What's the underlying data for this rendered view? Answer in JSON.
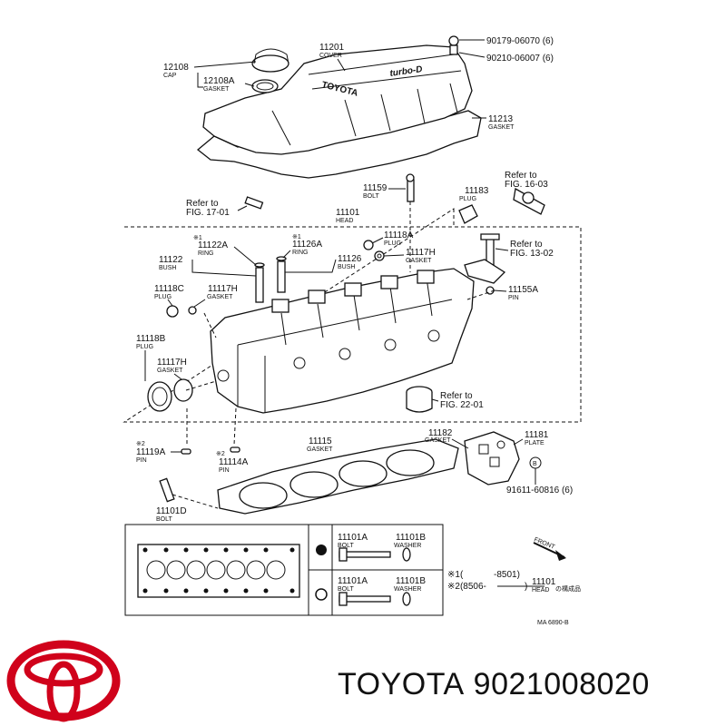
{
  "cover": {
    "part_11201": "11201",
    "part_11201_name": "COVER",
    "part_12108": "12108",
    "part_12108_name": "CAP",
    "part_12108a": "12108A",
    "part_12108a_name": "GASKET",
    "part_90179": "90179-06070 (6)",
    "part_90210": "90210-06007 (6)",
    "part_11213": "11213",
    "part_11213_name": "GASKET",
    "emboss_toyota": "TOYOTA",
    "emboss_turbo": "turbo-D"
  },
  "head": {
    "part_11159": "11159",
    "part_11159_name": "BOLT",
    "part_11183": "11183",
    "part_11183_name": "PLUG",
    "refer_16_03_a": "Refer to",
    "refer_16_03_b": "FIG. 16-03",
    "refer_17_01_a": "Refer to",
    "refer_17_01_b": "FIG. 17-01",
    "part_11101": "11101",
    "part_11101_name": "HEAD",
    "mark1_a": "※1",
    "part_11122a": "11122A",
    "part_11122a_name": "RING",
    "mark1_b": "※1",
    "part_11126a": "11126A",
    "part_11126a_name": "RING",
    "part_11118a": "11118A",
    "part_11118a_name": "PLUG",
    "part_11117h_a": "11117H",
    "part_11117h_a_name": "GASKET",
    "refer_13_02_a": "Refer to",
    "refer_13_02_b": "FIG. 13-02",
    "part_11122": "11122",
    "part_11122_name": "BUSH",
    "part_11126": "11126",
    "part_11126_name": "BUSH",
    "part_11118c": "11118C",
    "part_11118c_name": "PLUG",
    "part_11117h_b": "11117H",
    "part_11117h_b_name": "GASKET",
    "part_11155a": "11155A",
    "part_11155a_name": "PIN",
    "part_11118b": "11118B",
    "part_11118b_name": "PLUG",
    "part_11117h_c": "11117H",
    "part_11117h_c_name": "GASKET",
    "refer_22_01_a": "Refer to",
    "refer_22_01_b": "FIG. 22-01"
  },
  "lower": {
    "part_11182": "11182",
    "part_11182_name": "GASKET",
    "part_11181": "11181",
    "part_11181_name": "PLATE",
    "mark2_a": "※2",
    "part_11119a": "11119A",
    "part_11119a_name": "PIN",
    "part_11115": "11115",
    "part_11115_name": "GASKET",
    "mark2_b": "※2",
    "part_11114a": "11114A",
    "part_11114a_name": "PIN",
    "part_91611": "91611-60816 (6)",
    "circle_b": "B",
    "part_11101d": "11101D",
    "part_11101d_name": "BOLT"
  },
  "legend": {
    "row1_bolt": "11101A",
    "row1_bolt_name": "BOLT",
    "row1_washer": "11101B",
    "row1_washer_name": "WASHER",
    "row2_bolt": "11101A",
    "row2_bolt_name": "BOLT",
    "row2_washer": "11101B",
    "row2_washer_name": "WASHER",
    "note1_mark": "※1(",
    "note1_range": "-8501)",
    "note1_part": "11101",
    "note2_mark": "※2(8506-",
    "note2_range": ")",
    "note2_head": "HEAD",
    "note_suffix": "の構成品",
    "front": "FRONT",
    "fig_code": "MA 6890-B"
  },
  "brand": {
    "name": "TOYOTA",
    "part_number": "9021008020",
    "logo_color": "#d0021b"
  }
}
